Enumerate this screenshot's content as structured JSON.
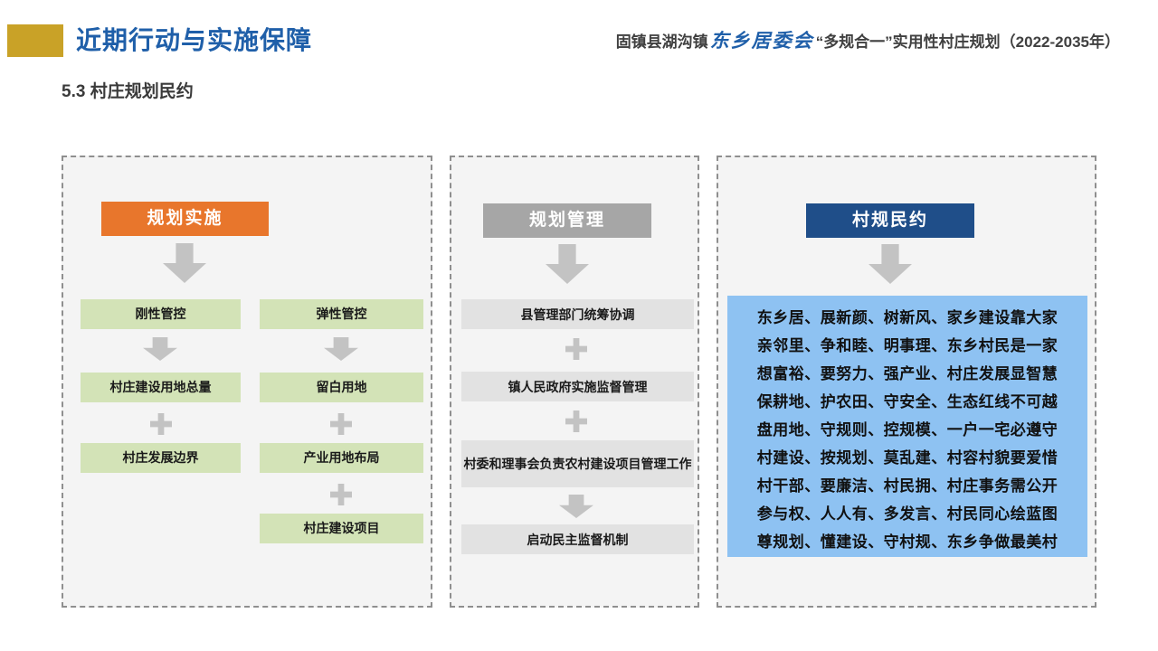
{
  "header": {
    "title": "近期行动与实施保障",
    "right_pre": "固镇县湖沟镇",
    "right_emph": "东乡居委会",
    "right_post": "“多规合一”实用性村庄规划（2022-2035年）",
    "subtitle": "5.3 村庄规划民约",
    "accent_color": "#c9a227",
    "title_color": "#1f5fa9"
  },
  "panels": {
    "left": {
      "heading": "规划实施",
      "heading_color": "#e8762c",
      "columns": [
        {
          "title": "刚性管控",
          "items": [
            "村庄建设用地总量",
            "村庄发展边界"
          ]
        },
        {
          "title": "弹性管控",
          "items": [
            "留白用地",
            "产业用地布局",
            "村庄建设项目"
          ]
        }
      ]
    },
    "middle": {
      "heading": "规划管理",
      "heading_color": "#a6a6a6",
      "items": [
        "县管理部门统筹协调",
        "镇人民政府实施监督管理",
        "村委和理事会负责农村建设项目管理工作",
        "启动民主监督机制"
      ]
    },
    "right": {
      "heading": "村规民约",
      "heading_color": "#1f4e89",
      "covenant_bg": "#8ec2f2",
      "lines": [
        "东乡居、展新颜、树新风、家乡建设靠大家",
        "亲邻里、争和睦、明事理、东乡村民是一家",
        "想富裕、要努力、强产业、村庄发展显智慧",
        "保耕地、护农田、守安全、生态红线不可越",
        "盘用地、守规则、控规模、一户一宅必遵守",
        "村建设、按规划、莫乱建、村容村貌要爱惜",
        "村干部、要廉洁、村民拥、村庄事务需公开",
        "参与权、人人有、多发言、村民同心绘蓝图",
        "尊规划、懂建设、守村规、东乡争做最美村"
      ]
    }
  }
}
